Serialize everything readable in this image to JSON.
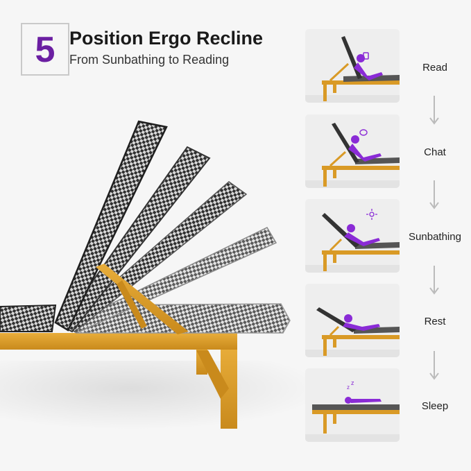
{
  "badge": {
    "number": "5"
  },
  "heading": {
    "title": "Position Ergo Recline",
    "subtitle": "From Sunbathing to Reading"
  },
  "positions": [
    {
      "label": "Read"
    },
    {
      "label": "Chat"
    },
    {
      "label": "Sunbathing"
    },
    {
      "label": "Rest"
    },
    {
      "label": "Sleep"
    }
  ],
  "colors": {
    "accent": "#6b1fa2",
    "frame": "#d99a26",
    "wicker_dark": "#2b2b2b",
    "wicker_light": "#cfcfcf",
    "figure": "#8a2bd6"
  }
}
